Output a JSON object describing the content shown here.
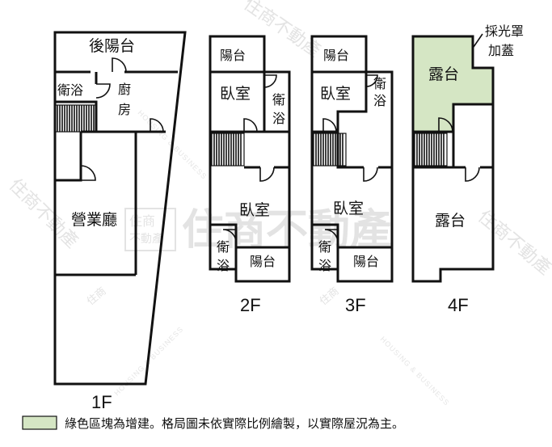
{
  "floors": {
    "f1": {
      "label": "1F",
      "rooms": {
        "back_balcony": "後陽台",
        "bathroom": "衛浴",
        "kitchen_1": "廚",
        "kitchen_2": "房",
        "business_hall": "營業廳"
      }
    },
    "f2": {
      "label": "2F",
      "rooms": {
        "balcony_top": "陽台",
        "bedroom_top": "臥室",
        "bath_top_1": "衛",
        "bath_top_2": "浴",
        "bedroom_bottom": "臥室",
        "bath_bottom_1": "衛",
        "bath_bottom_2": "浴",
        "balcony_bottom": "陽台"
      }
    },
    "f3": {
      "label": "3F",
      "rooms": {
        "balcony_top": "陽台",
        "bedroom_top": "臥室",
        "bath_top_1": "衛",
        "bath_top_2": "浴",
        "bedroom_bottom": "臥室",
        "bath_bottom_1": "衛",
        "bath_bottom_2": "浴",
        "balcony_bottom": "陽台"
      }
    },
    "f4": {
      "label": "4F",
      "rooms": {
        "terrace_top": "露台",
        "terrace_bottom": "露台"
      },
      "skylight_1": "採光罩",
      "skylight_2": "加蓋"
    }
  },
  "legend": {
    "text": "綠色區塊為增建。格局圖未依實際比例繪製，以實際屋況為主。",
    "swatch_color": "#d5e6c4"
  },
  "watermark": {
    "brand": "住商不動產",
    "small_1": "住商",
    "small_2": "不動產",
    "english": "HOUSING & BUSINESS"
  },
  "colors": {
    "addition": "#d5e6c4",
    "wall": "#111111"
  }
}
